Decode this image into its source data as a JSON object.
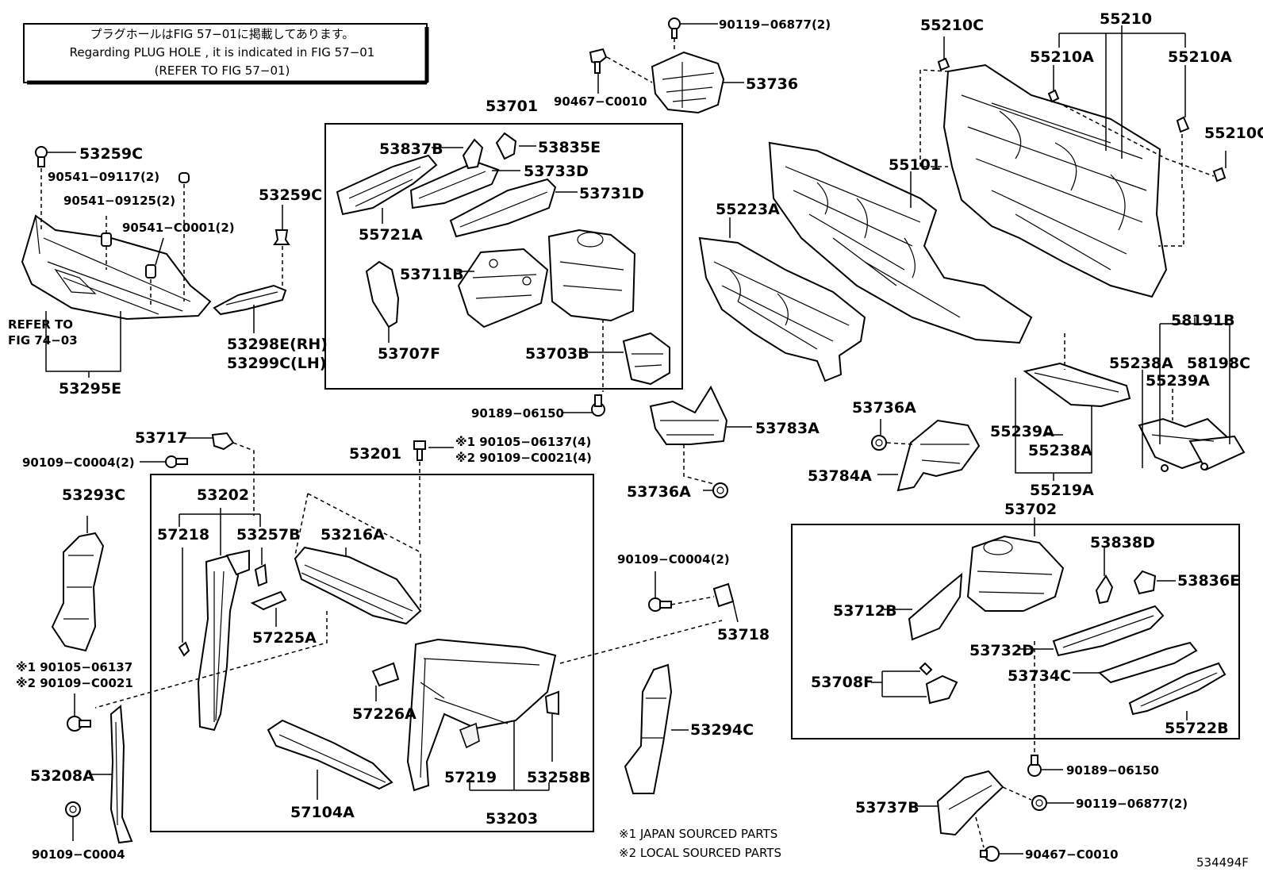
{
  "notice": {
    "line1": "プラグホールはFIG 57−01に掲載してあります。",
    "line2": "Regarding  PLUG  HOLE , it is indicated in  FIG  57−01",
    "line3": "(REFER  TO  FIG 57−01)"
  },
  "labels": {
    "p90119_top": "90119−06877(2)",
    "p90467_top": "90467−C0010",
    "p53736": "53736",
    "p55210C_a": "55210C",
    "p55210": "55210",
    "p55210A_a": "55210A",
    "p55210A_b": "55210A",
    "p55210C_b": "55210C",
    "p53701": "53701",
    "p53837B": "53837B",
    "p53835E": "53835E",
    "p53733D": "53733D",
    "p53731D": "53731D",
    "p55721A": "55721A",
    "p53711B": "53711B",
    "p53707F": "53707F",
    "p53703B": "53703B",
    "p55101": "55101",
    "p55223A": "55223A",
    "p53259C_a": "53259C",
    "p90541_09117": "90541−09117(2)",
    "p90541_09125": "90541−09125(2)",
    "p90541_C0001": "90541−C0001(2)",
    "p53259C_b": "53259C",
    "refer_a": "REFER  TO",
    "refer_b": "FIG  74−03",
    "p53298E": "53298E(RH)",
    "p53299C": "53299C(LH)",
    "p53295E": "53295E",
    "p90189_a": "90189−06150",
    "p53783A": "53783A",
    "p53736A_a": "53736A",
    "p53784A": "53784A",
    "p53736A_b": "53736A",
    "p58191B": "58191B",
    "p55238A_a": "55238A",
    "p58198C": "58198C",
    "p55239A_a": "55239A",
    "p55239A_b": "55239A",
    "p55238A_b": "55238A",
    "p55219A": "55219A",
    "p53717": "53717",
    "p90109_C0004_2": "90109−C0004(2)",
    "p53201": "53201",
    "p90105_06137_4": "※1 90105−06137(4)",
    "p90109_C0021_4": "※2 90109−C0021(4)",
    "p53293C": "53293C",
    "p53202": "53202",
    "p57218": "57218",
    "p53257B": "53257B",
    "p53216A": "53216A",
    "p57225A": "57225A",
    "p90109_C0004_2b": "90109−C0004(2)",
    "p53718": "53718",
    "p53702": "53702",
    "p53838D": "53838D",
    "p53836E": "53836E",
    "p53712B": "53712B",
    "p53732D": "53732D",
    "p53708F": "53708F",
    "p53734C": "53734C",
    "p55722B": "55722B",
    "p_x1_90105": "※1 90105−06137",
    "p_x2_90109": "※2 90109−C0021",
    "p57226A": "57226A",
    "p53294C": "53294C",
    "p53208A": "53208A",
    "p57104A": "57104A",
    "p57219": "57219",
    "p53258B": "53258B",
    "p53203": "53203",
    "p90109_C0004": "90109−C0004",
    "p90189_b": "90189−06150",
    "p53737B": "53737B",
    "p90119_b": "90119−06877(2)",
    "p90467_b": "90467−C0010"
  },
  "footnotes": {
    "n1": "※1 JAPAN SOURCED PARTS",
    "n2": "※2 LOCAL SOURCED PARTS"
  },
  "diagram_id": "534494F"
}
